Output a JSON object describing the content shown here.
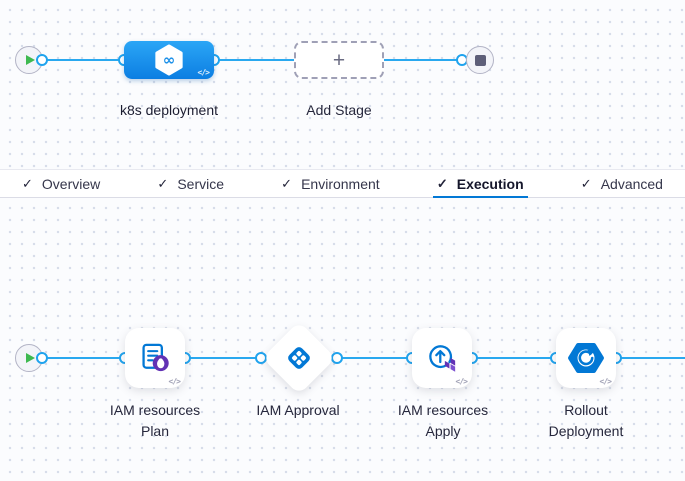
{
  "glyphs": {
    "check": "✓",
    "plus": "+",
    "code": "</>",
    "infinity": "∞"
  },
  "colors": {
    "accent_blue": "#0278d5",
    "connector_blue": "#29a8ef",
    "stage_gradient_top": "#2ba6f6",
    "stage_gradient_bottom": "#0c7ee2",
    "play_green": "#3eb950",
    "stop_gray": "#5d5e78",
    "terraform_purple": "#6232b4",
    "active_tab_underline": "#0278d5"
  },
  "stage_graph": {
    "stage_label": "k8s deployment",
    "add_stage_label": "Add Stage"
  },
  "tabs": {
    "items": [
      {
        "label": "Overview",
        "checked": true,
        "active": false
      },
      {
        "label": "Service",
        "checked": true,
        "active": false
      },
      {
        "label": "Environment",
        "checked": true,
        "active": false
      },
      {
        "label": "Execution",
        "checked": true,
        "active": true
      },
      {
        "label": "Advanced",
        "checked": true,
        "active": false
      }
    ]
  },
  "execution_graph": {
    "steps": [
      {
        "icon": "terraform-plan",
        "label1": "IAM resources",
        "label2": "Plan"
      },
      {
        "icon": "harness-approval",
        "label1": "IAM Approval",
        "label2": ""
      },
      {
        "icon": "terraform-apply",
        "label1": "IAM resources",
        "label2": "Apply"
      },
      {
        "icon": "k8s-rollout",
        "label1": "Rollout",
        "label2": "Deployment"
      }
    ]
  }
}
